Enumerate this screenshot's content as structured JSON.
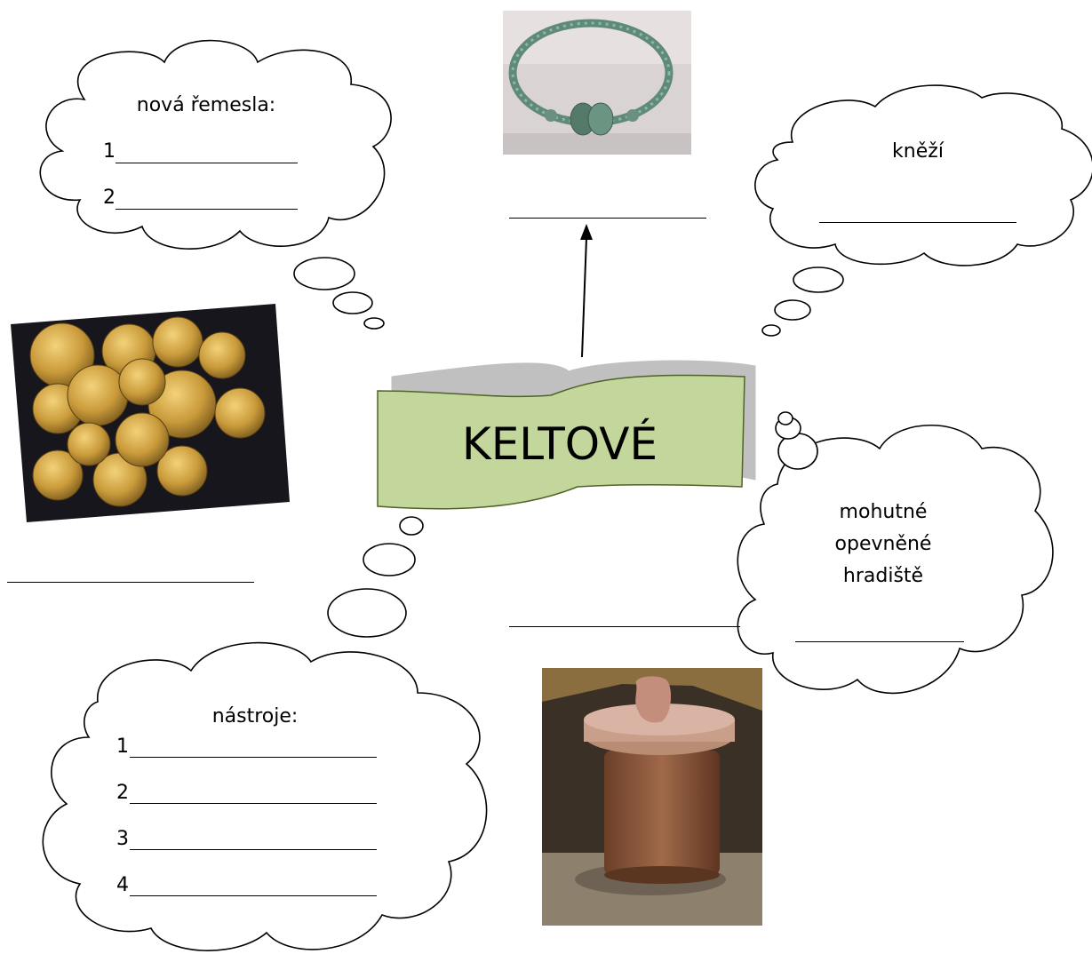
{
  "title": "KELTOVÉ",
  "crafts": {
    "heading": "nová řemesla:",
    "items": [
      "1",
      "2"
    ]
  },
  "priests": {
    "heading": "kněží"
  },
  "forts": {
    "lines": [
      "mohutné",
      "opevněné",
      "hradiště"
    ]
  },
  "tools": {
    "heading": "nástroje:",
    "items": [
      "1",
      "2",
      "3",
      "4"
    ]
  },
  "colors": {
    "banner_fill": "#c3d69b",
    "banner_shadow": "#c0c0c0",
    "ink": "#000000"
  },
  "images": [
    {
      "name": "bracelet-photo",
      "subject": "bronze torc bracelet"
    },
    {
      "name": "coins-photo",
      "subject": "gold celtic coins"
    },
    {
      "name": "pottery-wheel-photo",
      "subject": "wooden potter's wheel with clay pot"
    }
  ]
}
